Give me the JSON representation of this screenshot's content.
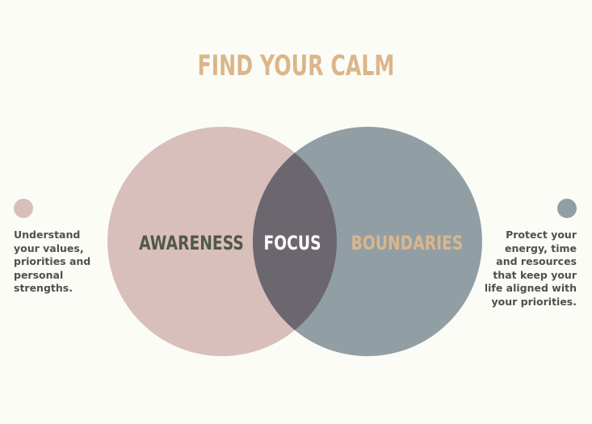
{
  "title": "FIND YOUR CALM",
  "circles": {
    "left_label": "AWARENESS",
    "center_label": "FOCUS",
    "right_label": "BOUNDARIES"
  },
  "left_description": "Understand your values, priorities and personal strengths.",
  "right_description": "Protect your energy, time and resources that keep your life aligned with your priorities.",
  "colors": {
    "background": "#fcfcf6",
    "title": "#dbb68a",
    "left_circle": "#d8bfbb",
    "right_circle": "#919fa5",
    "overlap": "#6c676f",
    "awareness_text": "#535847",
    "focus_text": "#ffffff",
    "boundaries_text": "#dbb68a",
    "description_text": "#4f4f4f"
  }
}
